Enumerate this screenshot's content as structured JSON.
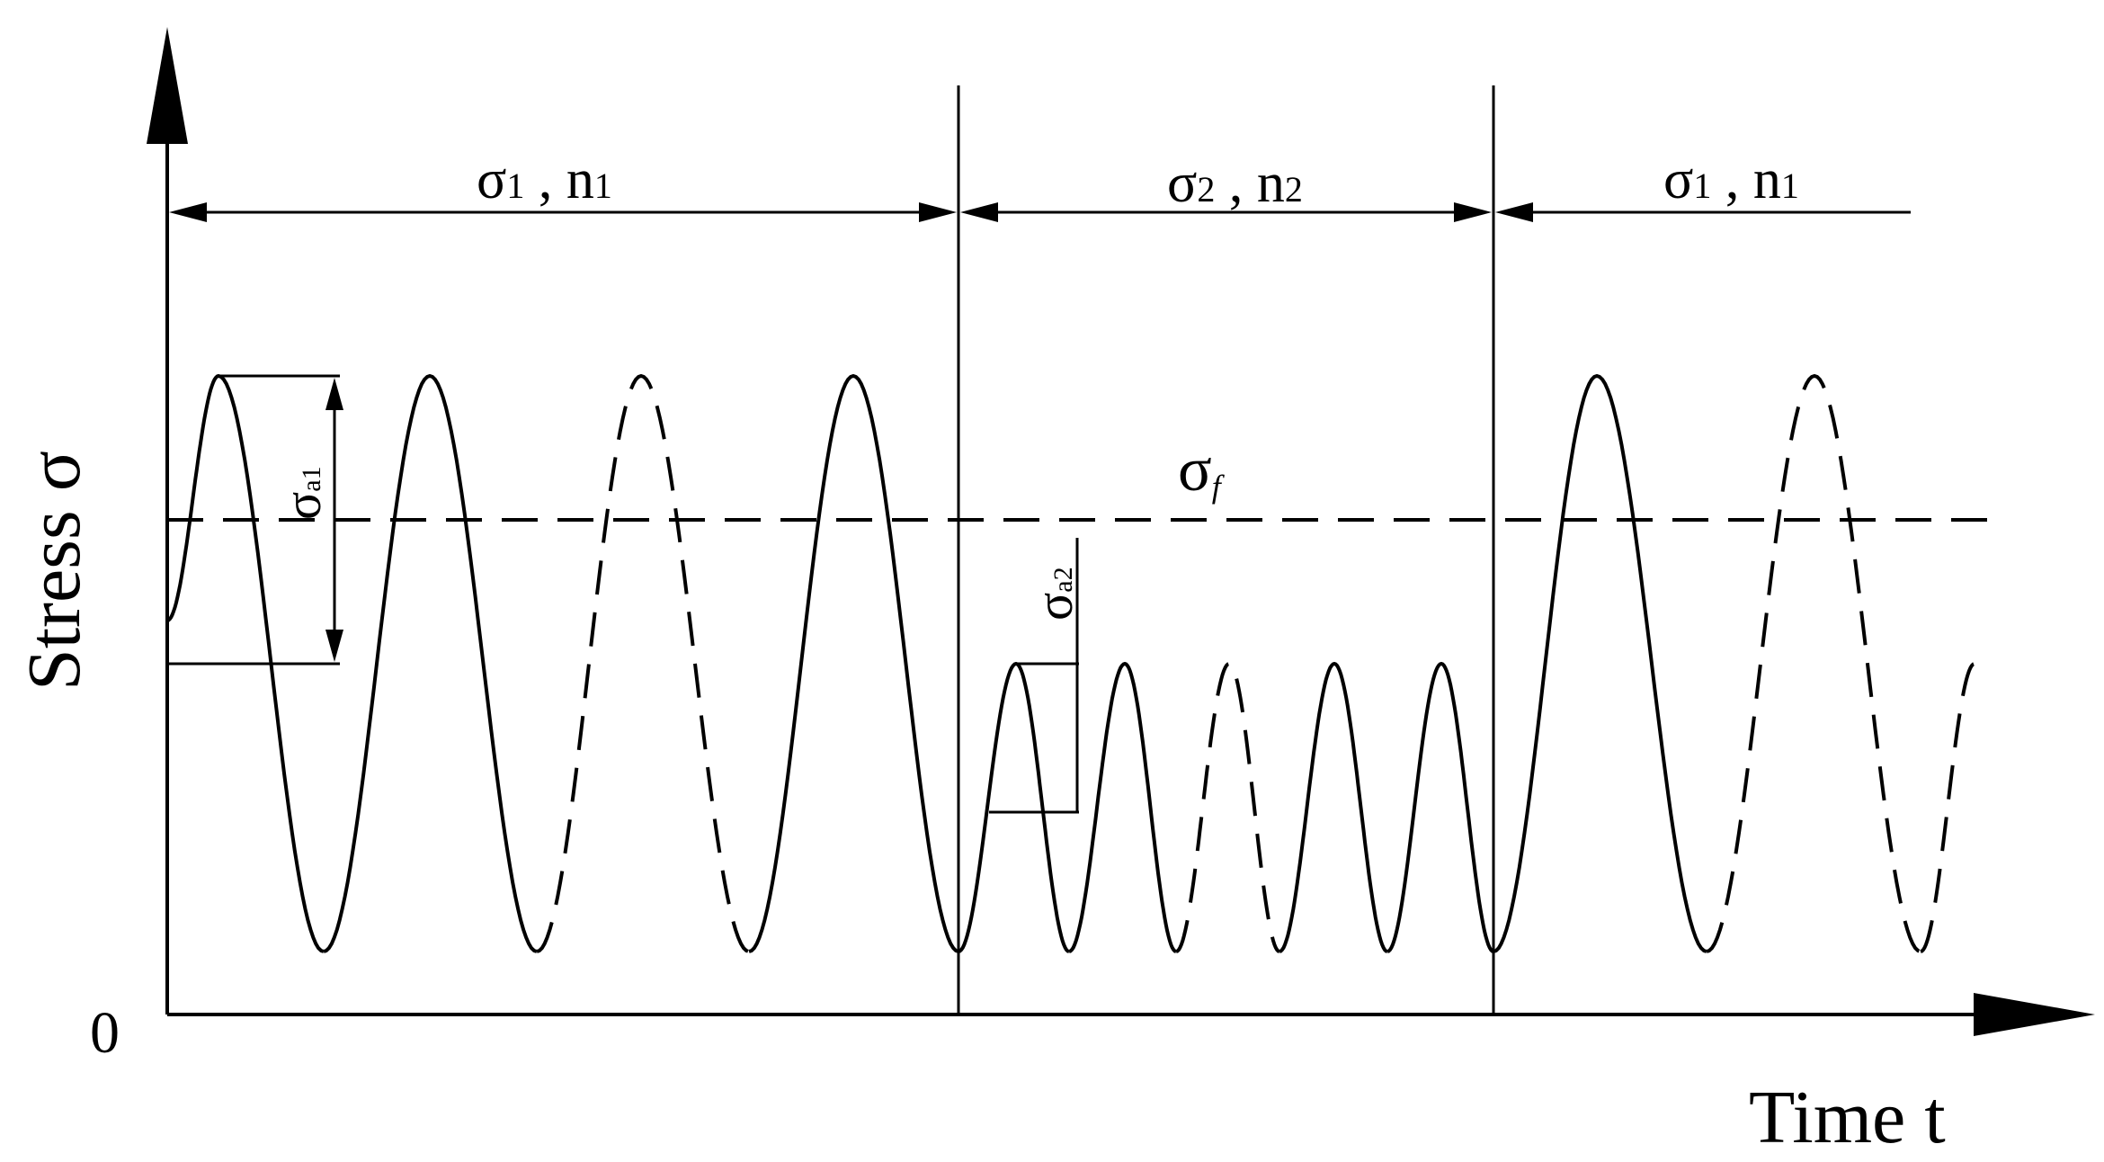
{
  "axes": {
    "origin_label": "0",
    "x_label": "Time t",
    "y_label": "Stress σ"
  },
  "blocks": [
    {
      "sigma": "σ",
      "sigma_sub": "1",
      "sep": " , ",
      "n": "n",
      "n_sub": "1"
    },
    {
      "sigma": "σ",
      "sigma_sub": "2",
      "sep": " , ",
      "n": "n",
      "n_sub": "2"
    },
    {
      "sigma": "σ",
      "sigma_sub": "1",
      "sep": " , ",
      "n": "n",
      "n_sub": "1"
    }
  ],
  "fatigue_limit": {
    "sym": "σ",
    "sub": "f"
  },
  "amplitude_1": {
    "sym": "σ",
    "sub": "a1"
  },
  "amplitude_2": {
    "sym": "σ",
    "sub": "a2"
  },
  "waves": {
    "block1_cycles": [
      "solid",
      "solid",
      "dashed",
      "solid"
    ],
    "block2_cycles": [
      "solid",
      "solid",
      "dashed",
      "solid",
      "solid"
    ],
    "block3_cycles": [
      "solid",
      "dashed",
      "dashed-partial"
    ]
  }
}
